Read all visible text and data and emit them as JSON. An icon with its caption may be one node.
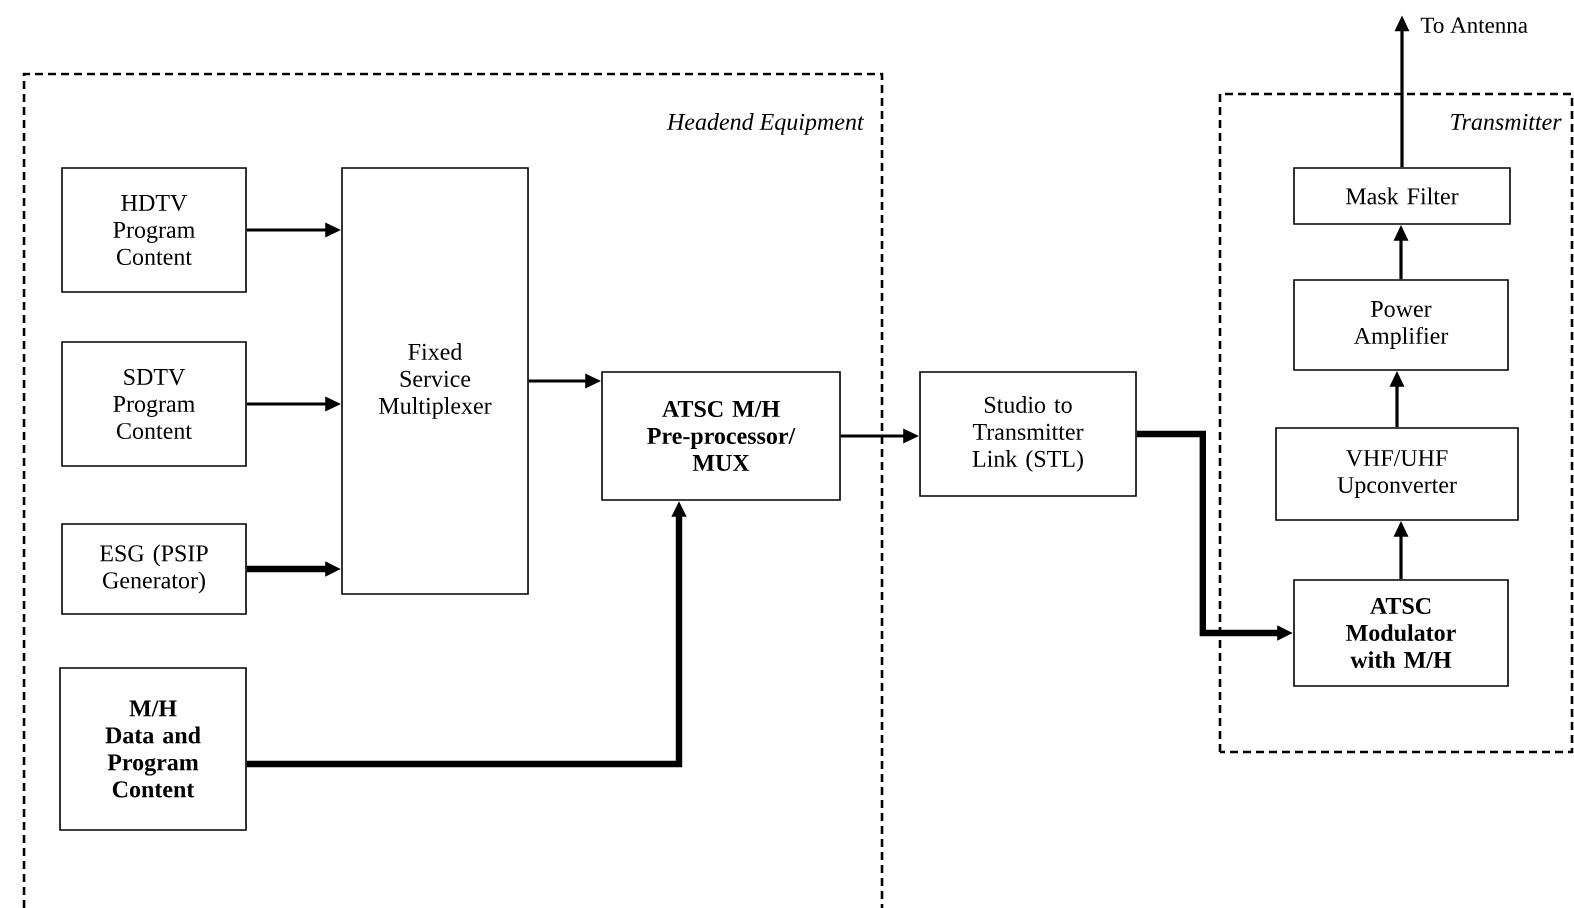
{
  "diagram": {
    "nodes": [
      {
        "text": [
          "Headend Equipment"
        ]
      },
      {
        "text": [
          "HDTV Program Content"
        ],
        "in": 0
      },
      {
        "text": [
          "SDTV Program Content"
        ],
        "in": 0
      },
      {
        "text": [
          "ESG (PSIP Generator)"
        ],
        "in": 0
      },
      {
        "text": [
          "M/H Data and Program Content"
        ],
        "in": 0
      },
      {
        "text": [
          "Fixed Service Multiplexer"
        ],
        "in": 0
      },
      {
        "text": [
          "ATSC M/H Pre-processor/ MUX"
        ],
        "in": 0
      },
      {
        "text": [
          "Studio to Transmitter Link (STL)"
        ]
      },
      {
        "text": [
          "Transmitter"
        ]
      },
      {
        "text": [
          "Mask Filter"
        ],
        "in": 8
      },
      {
        "text": [
          "Power Amplifier"
        ],
        "in": 8
      },
      {
        "text": [
          "VHF/UHF Upconverter"
        ],
        "in": 8
      },
      {
        "text": [
          "ATSC Modulator with M/H"
        ],
        "in": 8
      }
    ],
    "edges": [
      {
        "from": 1,
        "to": 5,
        "arrow": "to"
      },
      {
        "from": 2,
        "to": 5,
        "arrow": "to"
      },
      {
        "from": 3,
        "to": 5,
        "arrow": "to",
        "style": "thick"
      },
      {
        "from": 5,
        "to": 6,
        "arrow": "to"
      },
      {
        "from": 4,
        "to": 6,
        "arrow": "to",
        "style": "thick"
      },
      {
        "from": 6,
        "to": 7,
        "arrow": "to"
      },
      {
        "from": 7,
        "to": 12,
        "arrow": "to",
        "style": "thick"
      },
      {
        "from": 12,
        "to": 11,
        "arrow": "to"
      },
      {
        "from": 11,
        "to": 10,
        "arrow": "to"
      },
      {
        "from": 10,
        "to": 9,
        "arrow": "to"
      },
      {
        "from": 9,
        "to": null,
        "arrow": "to",
        "label": "To Antenna"
      }
    ]
  }
}
